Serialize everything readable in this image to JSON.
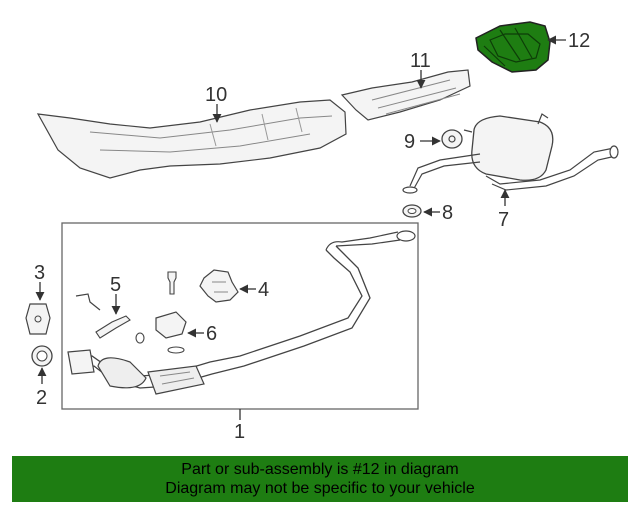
{
  "callouts": {
    "c1": "1",
    "c2": "2",
    "c3": "3",
    "c4": "4",
    "c5": "5",
    "c6": "6",
    "c7": "7",
    "c8": "8",
    "c9": "9",
    "c10": "10",
    "c11": "11",
    "c12": "12"
  },
  "banner": {
    "line1": "Part or sub-assembly is #12 in diagram",
    "line2": "Diagram may not be specific to your vehicle"
  },
  "colors": {
    "highlight": "#1e7d12",
    "line": "#333333"
  }
}
